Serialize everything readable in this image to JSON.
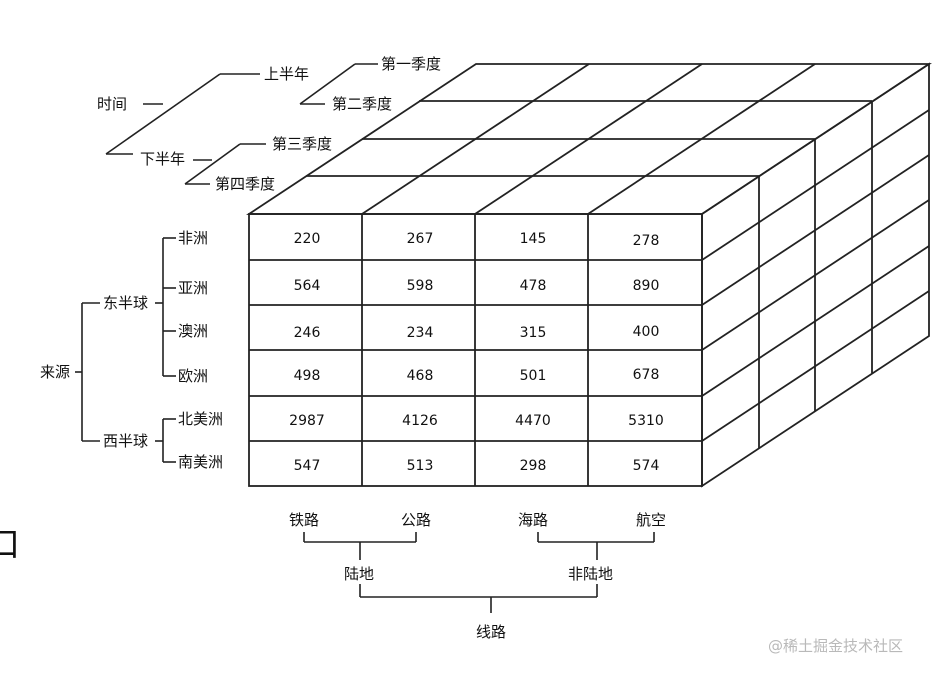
{
  "time": {
    "root": "时间",
    "halves": [
      "上半年",
      "下半年"
    ],
    "quarters": [
      "第一季度",
      "第二季度",
      "第三季度",
      "第四季度"
    ]
  },
  "source": {
    "root": "来源",
    "hemispheres": [
      "东半球",
      "西半球"
    ],
    "regions": [
      "非洲",
      "亚洲",
      "澳洲",
      "欧洲",
      "北美洲",
      "南美洲"
    ]
  },
  "route": {
    "root": "线路",
    "groups": [
      "陆地",
      "非陆地"
    ],
    "modes": [
      "铁路",
      "公路",
      "海路",
      "航空"
    ]
  },
  "cells": [
    [
      "220",
      "267",
      "145",
      "278"
    ],
    [
      "564",
      "598",
      "478",
      "890"
    ],
    [
      "246",
      "234",
      "315",
      "400"
    ],
    [
      "498",
      "468",
      "501",
      "678"
    ],
    [
      "2987",
      "4126",
      "4470",
      "5310"
    ],
    [
      "547",
      "513",
      "298",
      "574"
    ]
  ],
  "watermark": "@稀土掘金技术社区",
  "edge_glyph": "口"
}
